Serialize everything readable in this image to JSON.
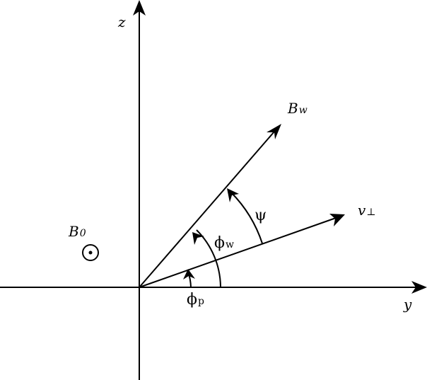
{
  "labels": {
    "z_axis": "z",
    "y_axis": "y",
    "bw_main": "B",
    "bw_sub": "w",
    "vperp_main": "v",
    "vperp_sub": "⊥",
    "b0_main": "B",
    "b0_sub": "0",
    "psi": "ψ",
    "phi_w_main": "ϕ",
    "phi_w_sub": "w",
    "phi_p_main": "ϕ",
    "phi_p_sub": "p"
  },
  "colors": {
    "ink": "#000000",
    "background": "#ffffff"
  }
}
